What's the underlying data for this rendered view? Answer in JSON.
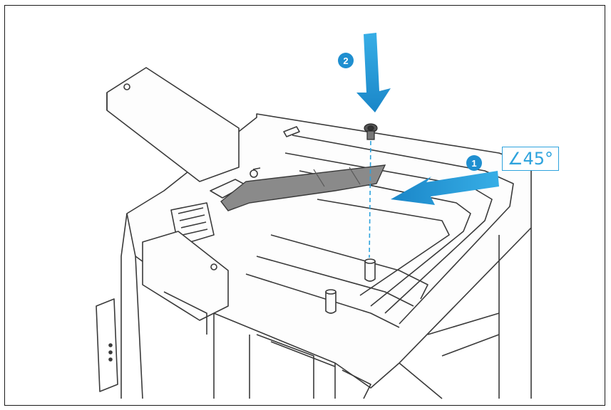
{
  "steps": [
    {
      "number": "1"
    },
    {
      "number": "2"
    }
  ],
  "angle_label": "∠45°",
  "colors": {
    "accent_blue": "#1f8fd0",
    "label_blue": "#2ea3dd",
    "line": "#3a3a3a",
    "ssd_gray": "#8a8a8a"
  },
  "icons": [
    "insert-arrow-icon",
    "press-down-arrow-icon",
    "screw-icon",
    "standoff-icon"
  ]
}
